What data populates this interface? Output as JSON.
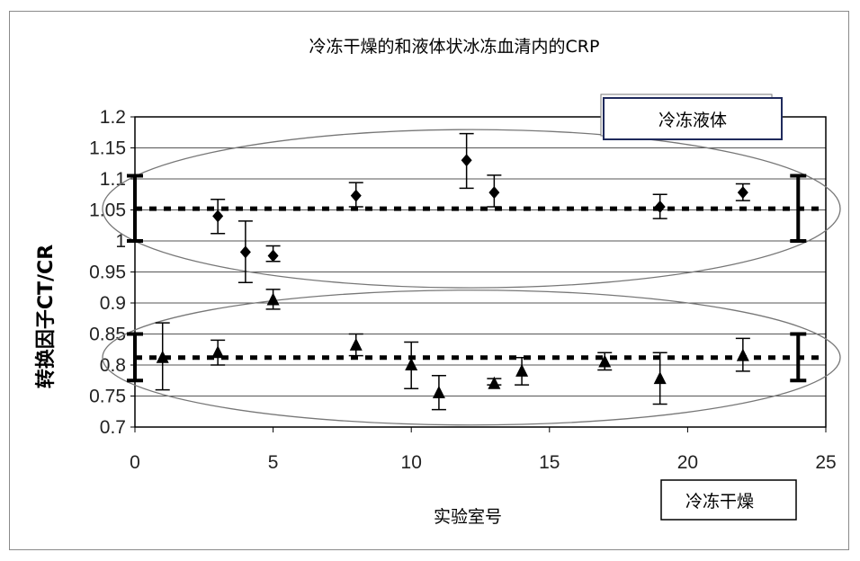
{
  "chart_data": {
    "type": "scatter",
    "title": "冷冻干燥的和液体状冰冻血清内的CRP",
    "xlabel": "实验室号",
    "ylabel": "转换因子CT/CR",
    "xlim": [
      0,
      25
    ],
    "ylim": [
      0.7,
      1.2
    ],
    "xticks": [
      "0",
      "5",
      "10",
      "15",
      "20",
      "25"
    ],
    "yticks": [
      "0.7",
      "0.75",
      "0.8",
      "0.85",
      "0.9",
      "0.95",
      "1",
      "1.05",
      "1.1",
      "1.15",
      "1.2"
    ],
    "grid": "horizontal",
    "series": [
      {
        "name": "冷冻液体",
        "marker": "diamond",
        "mean": 1.052,
        "range": [
          1.0,
          1.105
        ],
        "points": [
          {
            "x": 3,
            "y": 1.04,
            "lo": 1.012,
            "hi": 1.067
          },
          {
            "x": 4,
            "y": 0.982,
            "lo": 0.933,
            "hi": 1.032
          },
          {
            "x": 5,
            "y": 0.976,
            "lo": 0.967,
            "hi": 0.992
          },
          {
            "x": 8,
            "y": 1.073,
            "lo": 1.055,
            "hi": 1.094
          },
          {
            "x": 12,
            "y": 1.13,
            "lo": 1.085,
            "hi": 1.173
          },
          {
            "x": 13,
            "y": 1.078,
            "lo": 1.055,
            "hi": 1.106
          },
          {
            "x": 19,
            "y": 1.055,
            "lo": 1.036,
            "hi": 1.075
          },
          {
            "x": 22,
            "y": 1.078,
            "lo": 1.065,
            "hi": 1.092
          }
        ]
      },
      {
        "name": "冷冻干燥",
        "marker": "triangle",
        "mean": 0.812,
        "range": [
          0.775,
          0.85
        ],
        "points": [
          {
            "x": 1,
            "y": 0.812,
            "lo": 0.76,
            "hi": 0.868
          },
          {
            "x": 3,
            "y": 0.82,
            "lo": 0.8,
            "hi": 0.84
          },
          {
            "x": 5,
            "y": 0.905,
            "lo": 0.89,
            "hi": 0.922
          },
          {
            "x": 8,
            "y": 0.832,
            "lo": 0.815,
            "hi": 0.85
          },
          {
            "x": 10,
            "y": 0.8,
            "lo": 0.762,
            "hi": 0.837
          },
          {
            "x": 11,
            "y": 0.755,
            "lo": 0.728,
            "hi": 0.783
          },
          {
            "x": 13,
            "y": 0.77,
            "lo": 0.768,
            "hi": 0.778
          },
          {
            "x": 14,
            "y": 0.79,
            "lo": 0.768,
            "hi": 0.812
          },
          {
            "x": 17,
            "y": 0.805,
            "lo": 0.792,
            "hi": 0.82
          },
          {
            "x": 19,
            "y": 0.778,
            "lo": 0.737,
            "hi": 0.82
          },
          {
            "x": 22,
            "y": 0.815,
            "lo": 0.79,
            "hi": 0.843
          }
        ]
      }
    ]
  }
}
